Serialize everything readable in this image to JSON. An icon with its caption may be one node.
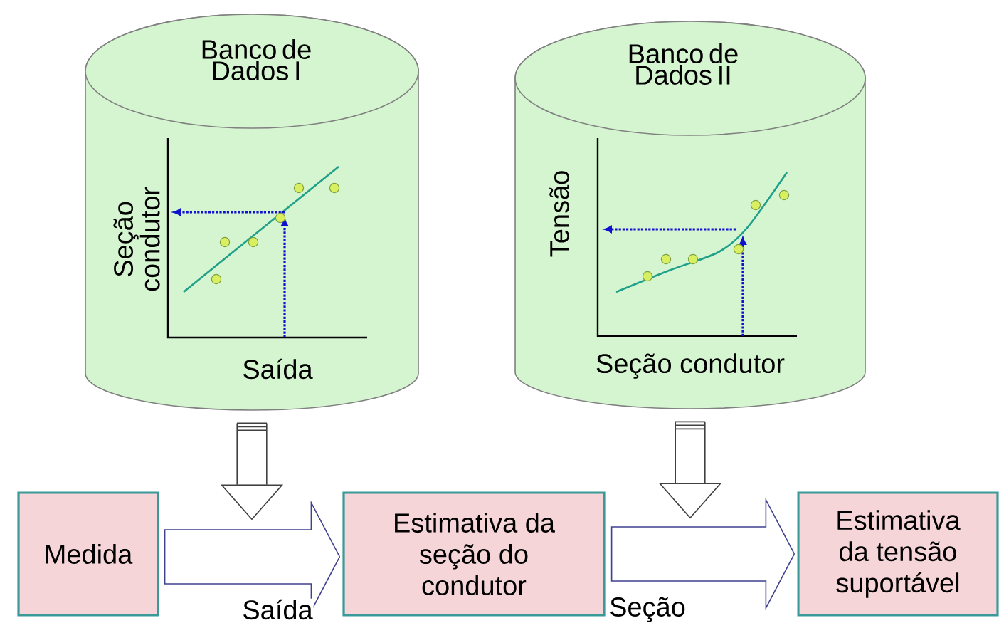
{
  "diagram": {
    "nodes": [
      {
        "text": [
          "Banco de Dados I",
          "Seção condutor",
          "Saída"
        ]
      },
      {
        "text": [
          "Banco de Dados II",
          "Tensão",
          "Seção condutor"
        ]
      },
      {
        "text": [
          "Medida"
        ]
      },
      {
        "text": [
          "Estimativa da seção do condutor"
        ]
      },
      {
        "text": [
          "Estimativa da tensão suportável"
        ]
      }
    ],
    "edges": [
      {
        "from": 2,
        "to": 3,
        "arrow": "to",
        "label": "Saída"
      },
      {
        "from": 3,
        "to": 4,
        "arrow": "to",
        "label": "Seção"
      },
      {
        "from": 0,
        "to": null,
        "arrow": "to"
      },
      {
        "from": 1,
        "to": null,
        "arrow": "to"
      }
    ]
  }
}
